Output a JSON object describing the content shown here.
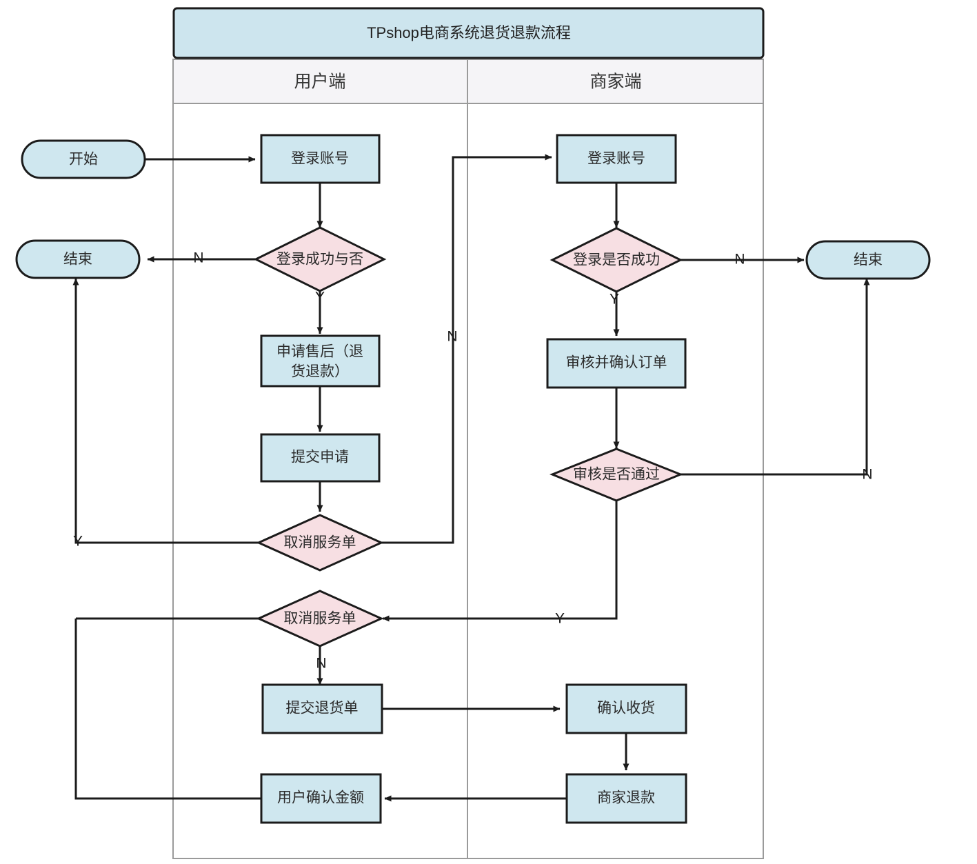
{
  "diagram": {
    "type": "flowchart",
    "orientation": "swimlane-vertical",
    "title": "TPshop电商系统退货退款流程",
    "lanes": [
      {
        "id": "user",
        "label": "用户端"
      },
      {
        "id": "merchant",
        "label": "商家端"
      }
    ],
    "colors": {
      "process_fill": "#cfe7ef",
      "terminator_fill": "#cfe7ef",
      "decision_fill": "#f7dfe3",
      "title_fill": "#cde5ee",
      "lane_header_fill": "#f5f4f7",
      "stroke": "#1b1b1b",
      "pool_stroke": "#9a9a9a",
      "background": "#ffffff"
    },
    "nodes": [
      {
        "id": "start",
        "shape": "terminator",
        "lane": "outside-left",
        "label": "开始"
      },
      {
        "id": "end_left",
        "shape": "terminator",
        "lane": "outside-left",
        "label": "结束"
      },
      {
        "id": "end_right",
        "shape": "terminator",
        "lane": "outside-right",
        "label": "结束"
      },
      {
        "id": "u_login",
        "shape": "process",
        "lane": "user",
        "label": "登录账号"
      },
      {
        "id": "u_login_ok",
        "shape": "decision",
        "lane": "user",
        "label": "登录成功与否"
      },
      {
        "id": "u_apply",
        "shape": "process",
        "lane": "user",
        "label": "申请售后（退货退款）",
        "lines": [
          "申请售后（退",
          "货退款）"
        ]
      },
      {
        "id": "u_submit",
        "shape": "process",
        "lane": "user",
        "label": "提交申请"
      },
      {
        "id": "u_cancel1",
        "shape": "decision",
        "lane": "user",
        "label": "取消服务单"
      },
      {
        "id": "u_cancel2",
        "shape": "decision",
        "lane": "user",
        "label": "取消服务单"
      },
      {
        "id": "u_return_order",
        "shape": "process",
        "lane": "user",
        "label": "提交退货单"
      },
      {
        "id": "u_confirm_amt",
        "shape": "process",
        "lane": "user",
        "label": "用户确认金额"
      },
      {
        "id": "m_login",
        "shape": "process",
        "lane": "merchant",
        "label": "登录账号"
      },
      {
        "id": "m_login_ok",
        "shape": "decision",
        "lane": "merchant",
        "label": "登录是否成功"
      },
      {
        "id": "m_review",
        "shape": "process",
        "lane": "merchant",
        "label": "审核并确认订单"
      },
      {
        "id": "m_review_pass",
        "shape": "decision",
        "lane": "merchant",
        "label": "审核是否通过"
      },
      {
        "id": "m_receive",
        "shape": "process",
        "lane": "merchant",
        "label": "确认收货"
      },
      {
        "id": "m_refund",
        "shape": "process",
        "lane": "merchant",
        "label": "商家退款"
      }
    ],
    "edges": [
      {
        "from": "start",
        "to": "u_login",
        "label": ""
      },
      {
        "from": "u_login",
        "to": "u_login_ok",
        "label": ""
      },
      {
        "from": "u_login_ok",
        "to": "end_left",
        "label": "N"
      },
      {
        "from": "u_login_ok",
        "to": "u_apply",
        "label": "Y"
      },
      {
        "from": "u_apply",
        "to": "u_submit",
        "label": ""
      },
      {
        "from": "u_submit",
        "to": "u_cancel1",
        "label": ""
      },
      {
        "from": "u_cancel1",
        "to": "end_left",
        "label": "Y"
      },
      {
        "from": "u_cancel1",
        "to": "m_login",
        "label": "N"
      },
      {
        "from": "m_login",
        "to": "m_login_ok",
        "label": ""
      },
      {
        "from": "m_login_ok",
        "to": "end_right",
        "label": "N"
      },
      {
        "from": "m_login_ok",
        "to": "m_review",
        "label": "Y"
      },
      {
        "from": "m_review",
        "to": "m_review_pass",
        "label": ""
      },
      {
        "from": "m_review_pass",
        "to": "end_right",
        "label": "N"
      },
      {
        "from": "m_review_pass",
        "to": "u_cancel2",
        "label": "Y"
      },
      {
        "from": "u_cancel2",
        "to": "end_left",
        "label": "Y"
      },
      {
        "from": "u_cancel2",
        "to": "u_return_order",
        "label": "N"
      },
      {
        "from": "u_return_order",
        "to": "m_receive",
        "label": ""
      },
      {
        "from": "m_receive",
        "to": "m_refund",
        "label": ""
      },
      {
        "from": "m_refund",
        "to": "u_confirm_amt",
        "label": ""
      },
      {
        "from": "u_confirm_amt",
        "to": "end_left",
        "label": ""
      }
    ],
    "edge_labels": {
      "u_login_n": "N",
      "u_login_y": "Y",
      "u_cancel1_y": "Y",
      "u_cancel1_n": "N",
      "m_login_n": "N",
      "m_login_y": "Y",
      "m_review_n": "N",
      "m_review_y": "Y",
      "u_cancel2_n": "N"
    }
  }
}
